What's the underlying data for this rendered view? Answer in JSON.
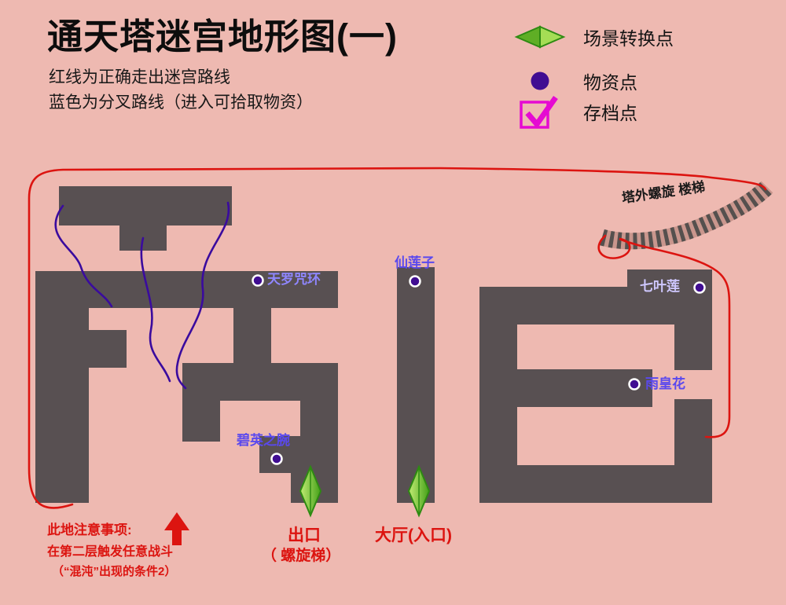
{
  "header": {
    "title": "通天塔迷宫地形图(一)",
    "subtitle_lines": [
      "红线为正确走出迷宫路线",
      "蓝色为分叉路线（进入可拾取物资）"
    ]
  },
  "legend": {
    "items": [
      {
        "icon": "scene-transition-icon",
        "label": "场景转换点"
      },
      {
        "icon": "supply-point-icon",
        "label": "物资点"
      },
      {
        "icon": "save-point-icon",
        "label": "存档点"
      }
    ]
  },
  "map": {
    "staircase_label": "塔外螺旋 楼梯",
    "item_points": [
      {
        "name": "天罗咒环"
      },
      {
        "name": "仙莲子"
      },
      {
        "name": "七叶莲"
      },
      {
        "name": "雨皇花"
      },
      {
        "name": "碧英之腕"
      }
    ],
    "exit": {
      "label": "出口",
      "sublabel": "（ 螺旋梯）"
    },
    "entrance": {
      "label": "大厅(入口)"
    }
  },
  "notes": {
    "heading": "此地注意事项:",
    "lines": [
      "在第二层触发任意战斗",
      "（“混沌”出现的条件2）"
    ]
  },
  "colors": {
    "background": "#eeb9b1",
    "maze": "#585052",
    "route-red": "#dc1410",
    "branch-blue": "#3a0b9e",
    "label-blue": "#5a49ee",
    "label-bright": "#8f86ff",
    "label-light": "#cfc8ff",
    "marker-purple": "#400d92",
    "save-magenta": "#e50ad2",
    "green-dark": "#2e8a12",
    "green-light": "#a5dd55",
    "stair-dark": "#55504e",
    "stair-base": "#c9968d",
    "text-black": "#141414"
  }
}
